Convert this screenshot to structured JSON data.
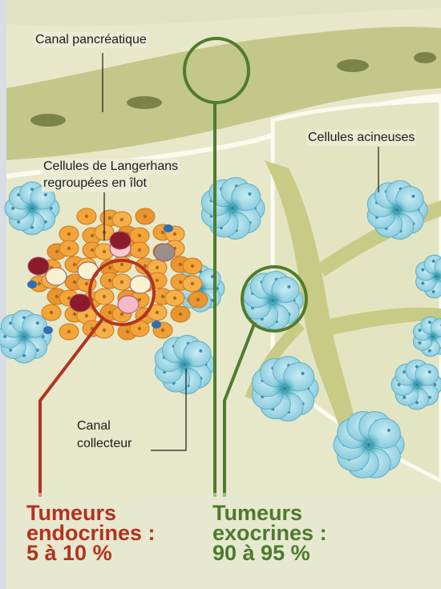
{
  "labels": {
    "canal_pancreatique": "Canal pancréatique",
    "cellules_acineuses": "Cellules acineuses",
    "langerhans_line1": "Cellules de Langerhans",
    "langerhans_line2": "regroupées en îlot",
    "canal_collecteur_line1": "Canal",
    "canal_collecteur_line2": "collecteur"
  },
  "endocrine": {
    "line1": "Tumeurs",
    "line2": "endocrines :",
    "line3": "5 à 10 %",
    "color": "#b5311d"
  },
  "exocrine": {
    "line1": "Tumeurs",
    "line2": "exocrines :",
    "line3": "90 à 95 %",
    "color": "#4e7a2e"
  },
  "colors": {
    "tissue": "#eaeacd",
    "duct": "#c7c98c",
    "acinar": "#9fd6e4",
    "acinar_core": "#2c9bb3",
    "islet": "#f0a43a"
  }
}
